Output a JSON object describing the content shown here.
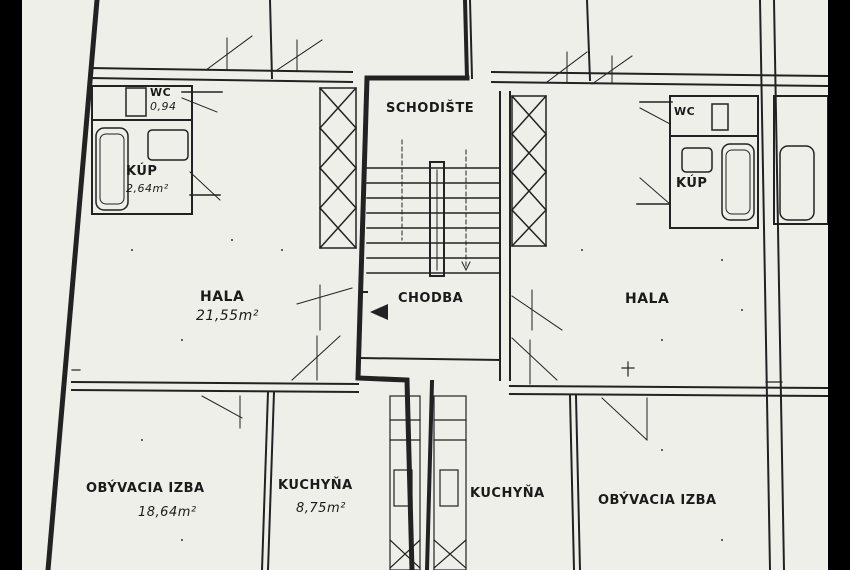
{
  "rooms": {
    "stairwell": "SCHODIŠTE",
    "corridor": "CHODBA",
    "hall_left": "HALA",
    "hall_left_area": "21,55m²",
    "hall_right": "HALA",
    "wc_left": "WC",
    "wc_left_area": "0,94",
    "wc_right": "WC",
    "bath_left": "KÚP",
    "bath_left_area": "2,64m²",
    "bath_right": "KÚP",
    "living_left": "OBÝVACIA IZBA",
    "living_left_area": "18,64m²",
    "kitchen_left": "KUCHYŇA",
    "kitchen_left_area": "8,75m²",
    "kitchen_right": "KUCHYŇA",
    "living_right": "OBÝVACIA IZBA"
  }
}
